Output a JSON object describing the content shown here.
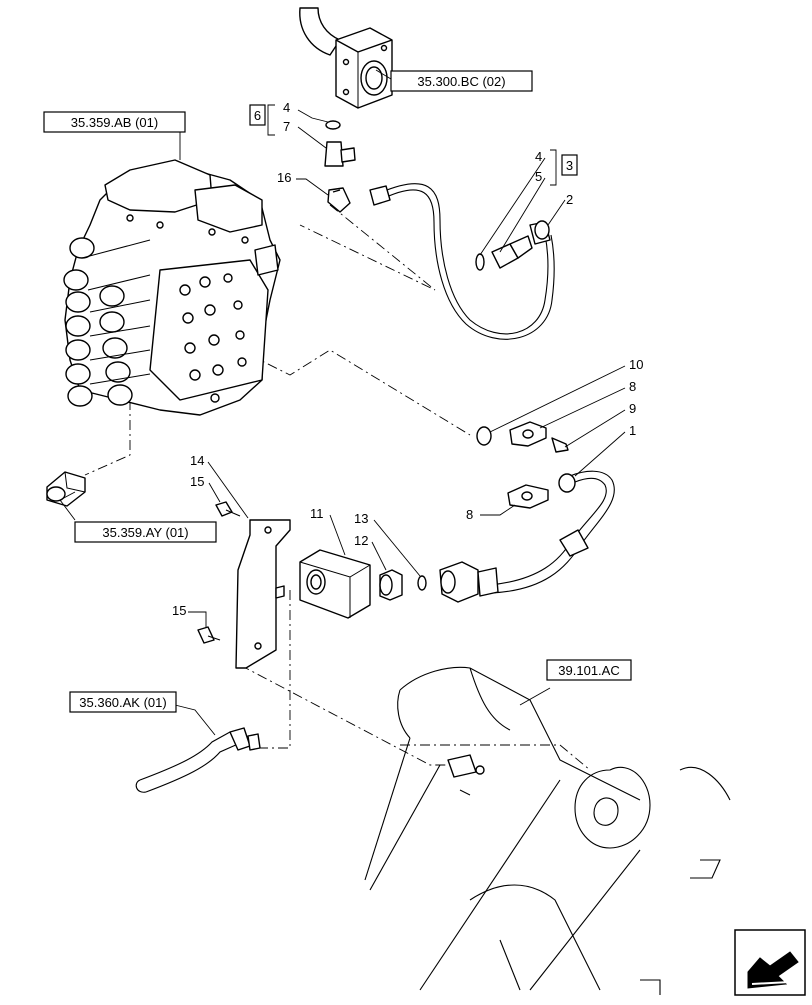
{
  "callouts": {
    "n10": "10",
    "n8a": "8",
    "n9": "9",
    "n1": "1",
    "n8b": "8",
    "n4a": "4",
    "n7": "7",
    "n16": "16",
    "n4b": "4",
    "n5": "5",
    "n2": "2",
    "n14": "14",
    "n15a": "15",
    "n11": "11",
    "n13": "13",
    "n12": "12",
    "n15b": "15"
  },
  "group_boxes": {
    "g6": "6",
    "g3": "3"
  },
  "references": {
    "r_300bc": "35.300.BC (02)",
    "r_359ab": "35.359.AB (01)",
    "r_359ay": "35.359.AY (01)",
    "r_360ak": "35.360.AK (01)",
    "r_101ac": "39.101.AC"
  },
  "nav": {
    "icon": "next-page-arrow-icon"
  }
}
